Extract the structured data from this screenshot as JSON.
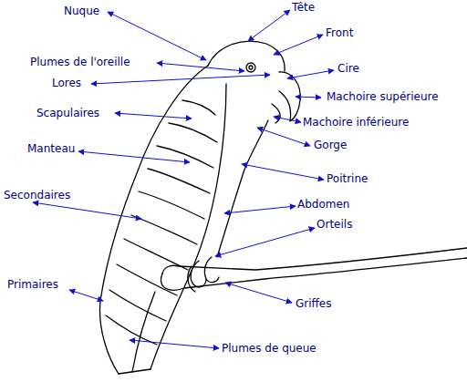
{
  "diagram": {
    "labels": [
      "Nuque",
      "Tête",
      "Front",
      "Plumes de l'oreille",
      "Cire",
      "Lores",
      "Machoire supérieure",
      "Scapulaires",
      "Machoire inférieure",
      "Gorge",
      "Manteau",
      "Poitrine",
      "Secondaires",
      "Abdomen",
      "Orteils",
      "Primaires",
      "Griffes",
      "Plumes de queue"
    ]
  }
}
